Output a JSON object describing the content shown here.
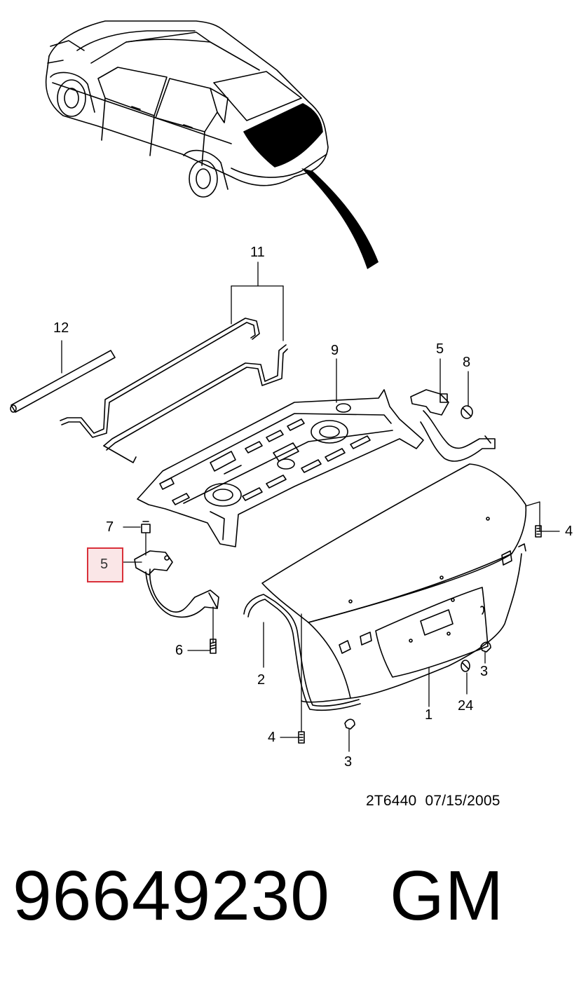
{
  "callouts": {
    "c11": "11",
    "c12": "12",
    "c9": "9",
    "c5_top": "5",
    "c8": "8",
    "c7": "7",
    "c5_selected": "5",
    "c4_right": "4",
    "c6": "6",
    "c2": "2",
    "c3_right": "3",
    "c24": "24",
    "c1": "1",
    "c4_bottom": "4",
    "c3_bottom": "3"
  },
  "diagram_stamp": "2T6440  07/15/2005",
  "part_number": "96649230",
  "brand": "GM",
  "colors": {
    "highlight": "#d9303a",
    "line": "#000000",
    "background": "#ffffff"
  }
}
